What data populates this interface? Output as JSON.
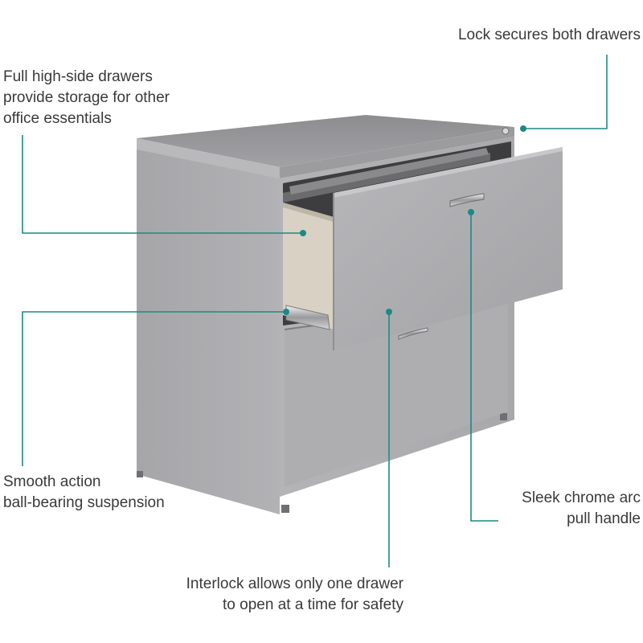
{
  "callouts": {
    "lock": [
      "Lock secures both drawers"
    ],
    "storage": [
      "Full high-side drawers",
      "provide storage for other",
      "office essentials"
    ],
    "suspension": [
      "Smooth action",
      "ball-bearing suspension"
    ],
    "handle": [
      "Sleek chrome arc",
      "pull handle"
    ],
    "interlock": [
      "Interlock allows only one drawer",
      "to open at a time for safety"
    ]
  },
  "colors": {
    "accent": "#1b8a86",
    "cabinet": "#a9a9ab",
    "drawer_interior": "#d9d1c3"
  }
}
